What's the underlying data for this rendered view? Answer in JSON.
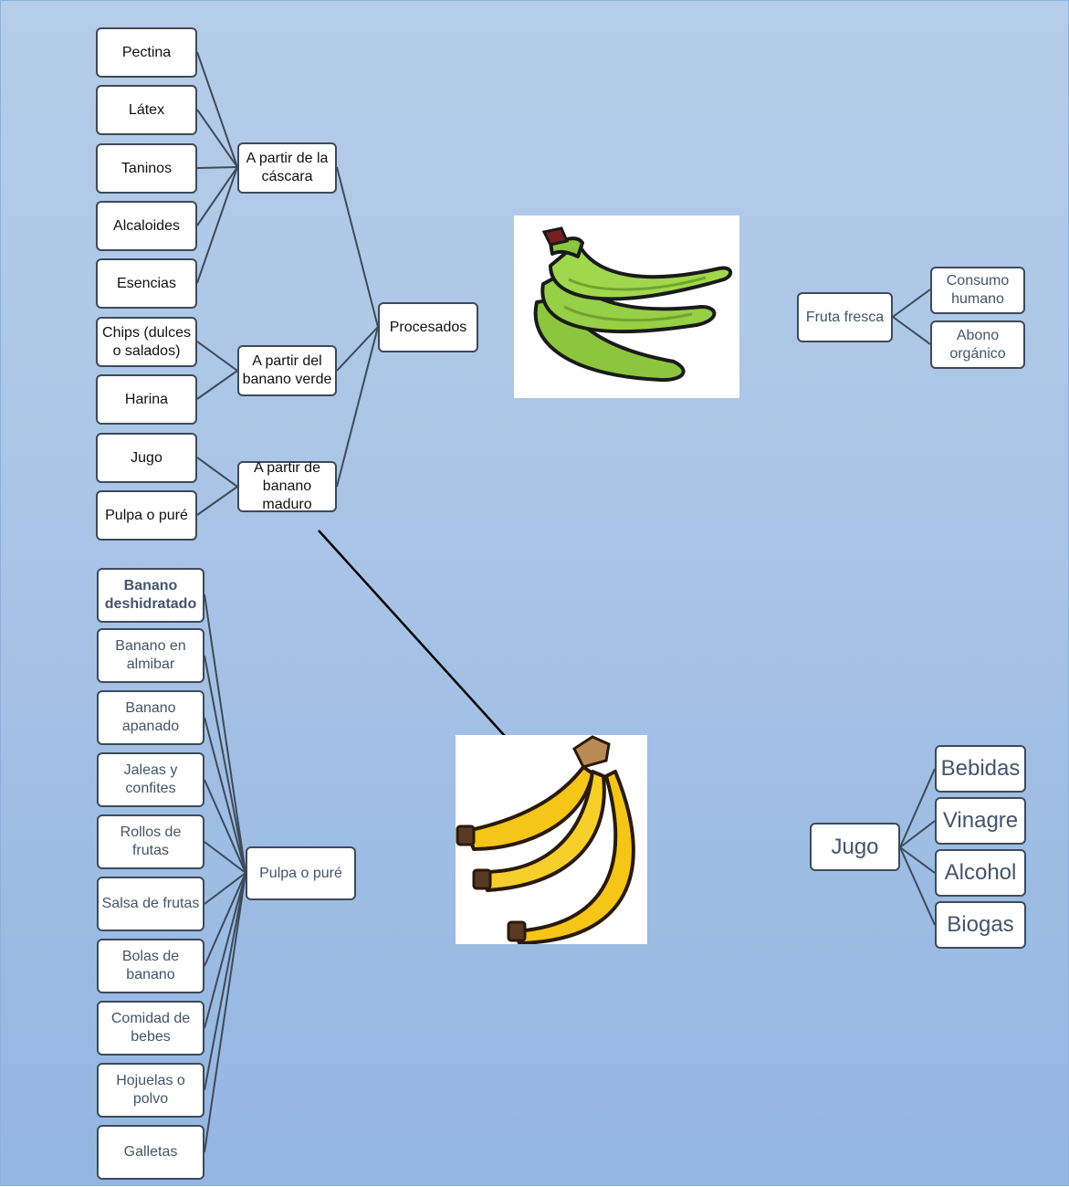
{
  "processing_tree": {
    "root": "Procesados",
    "cascara": {
      "label": "A partir de la cáscara",
      "items": [
        "Pectina",
        "Látex",
        "Taninos",
        "Alcaloides",
        "Esencias"
      ]
    },
    "verde": {
      "label": "A partir del banano verde",
      "items": [
        "Chips (dulces o salados)",
        "Harina"
      ]
    },
    "maduro": {
      "label": "A partir de banano maduro",
      "items": [
        "Jugo",
        "Pulpa o puré"
      ]
    }
  },
  "fruta_fresca": {
    "label": "Fruta fresca",
    "items": [
      "Consumo humano",
      "Abono orgánico"
    ]
  },
  "pulpa_tree": {
    "label": "Pulpa o puré",
    "items": [
      "Banano deshidratado",
      "Banano en almibar",
      "Banano apanado",
      "Jaleas y confites",
      "Rollos de frutas",
      "Salsa de frutas",
      "Bolas de banano",
      "Comidad de bebes",
      "Hojuelas o polvo",
      "Galletas"
    ]
  },
  "jugo_tree": {
    "label": "Jugo",
    "items": [
      "Bebidas",
      "Vinagre",
      "Alcohol",
      "Biogas"
    ]
  },
  "colors": {
    "background_top": "#b6cde9",
    "background_bottom": "#93b6e2",
    "box_border": "#3e4a5a",
    "connector": "#3e4a5a",
    "green_banana": "#8cc63f",
    "ripe_banana": "#f5c518"
  },
  "images": {
    "green_bananas": "green-banana-bunch-icon",
    "ripe_bananas": "ripe-banana-bunch-icon"
  }
}
